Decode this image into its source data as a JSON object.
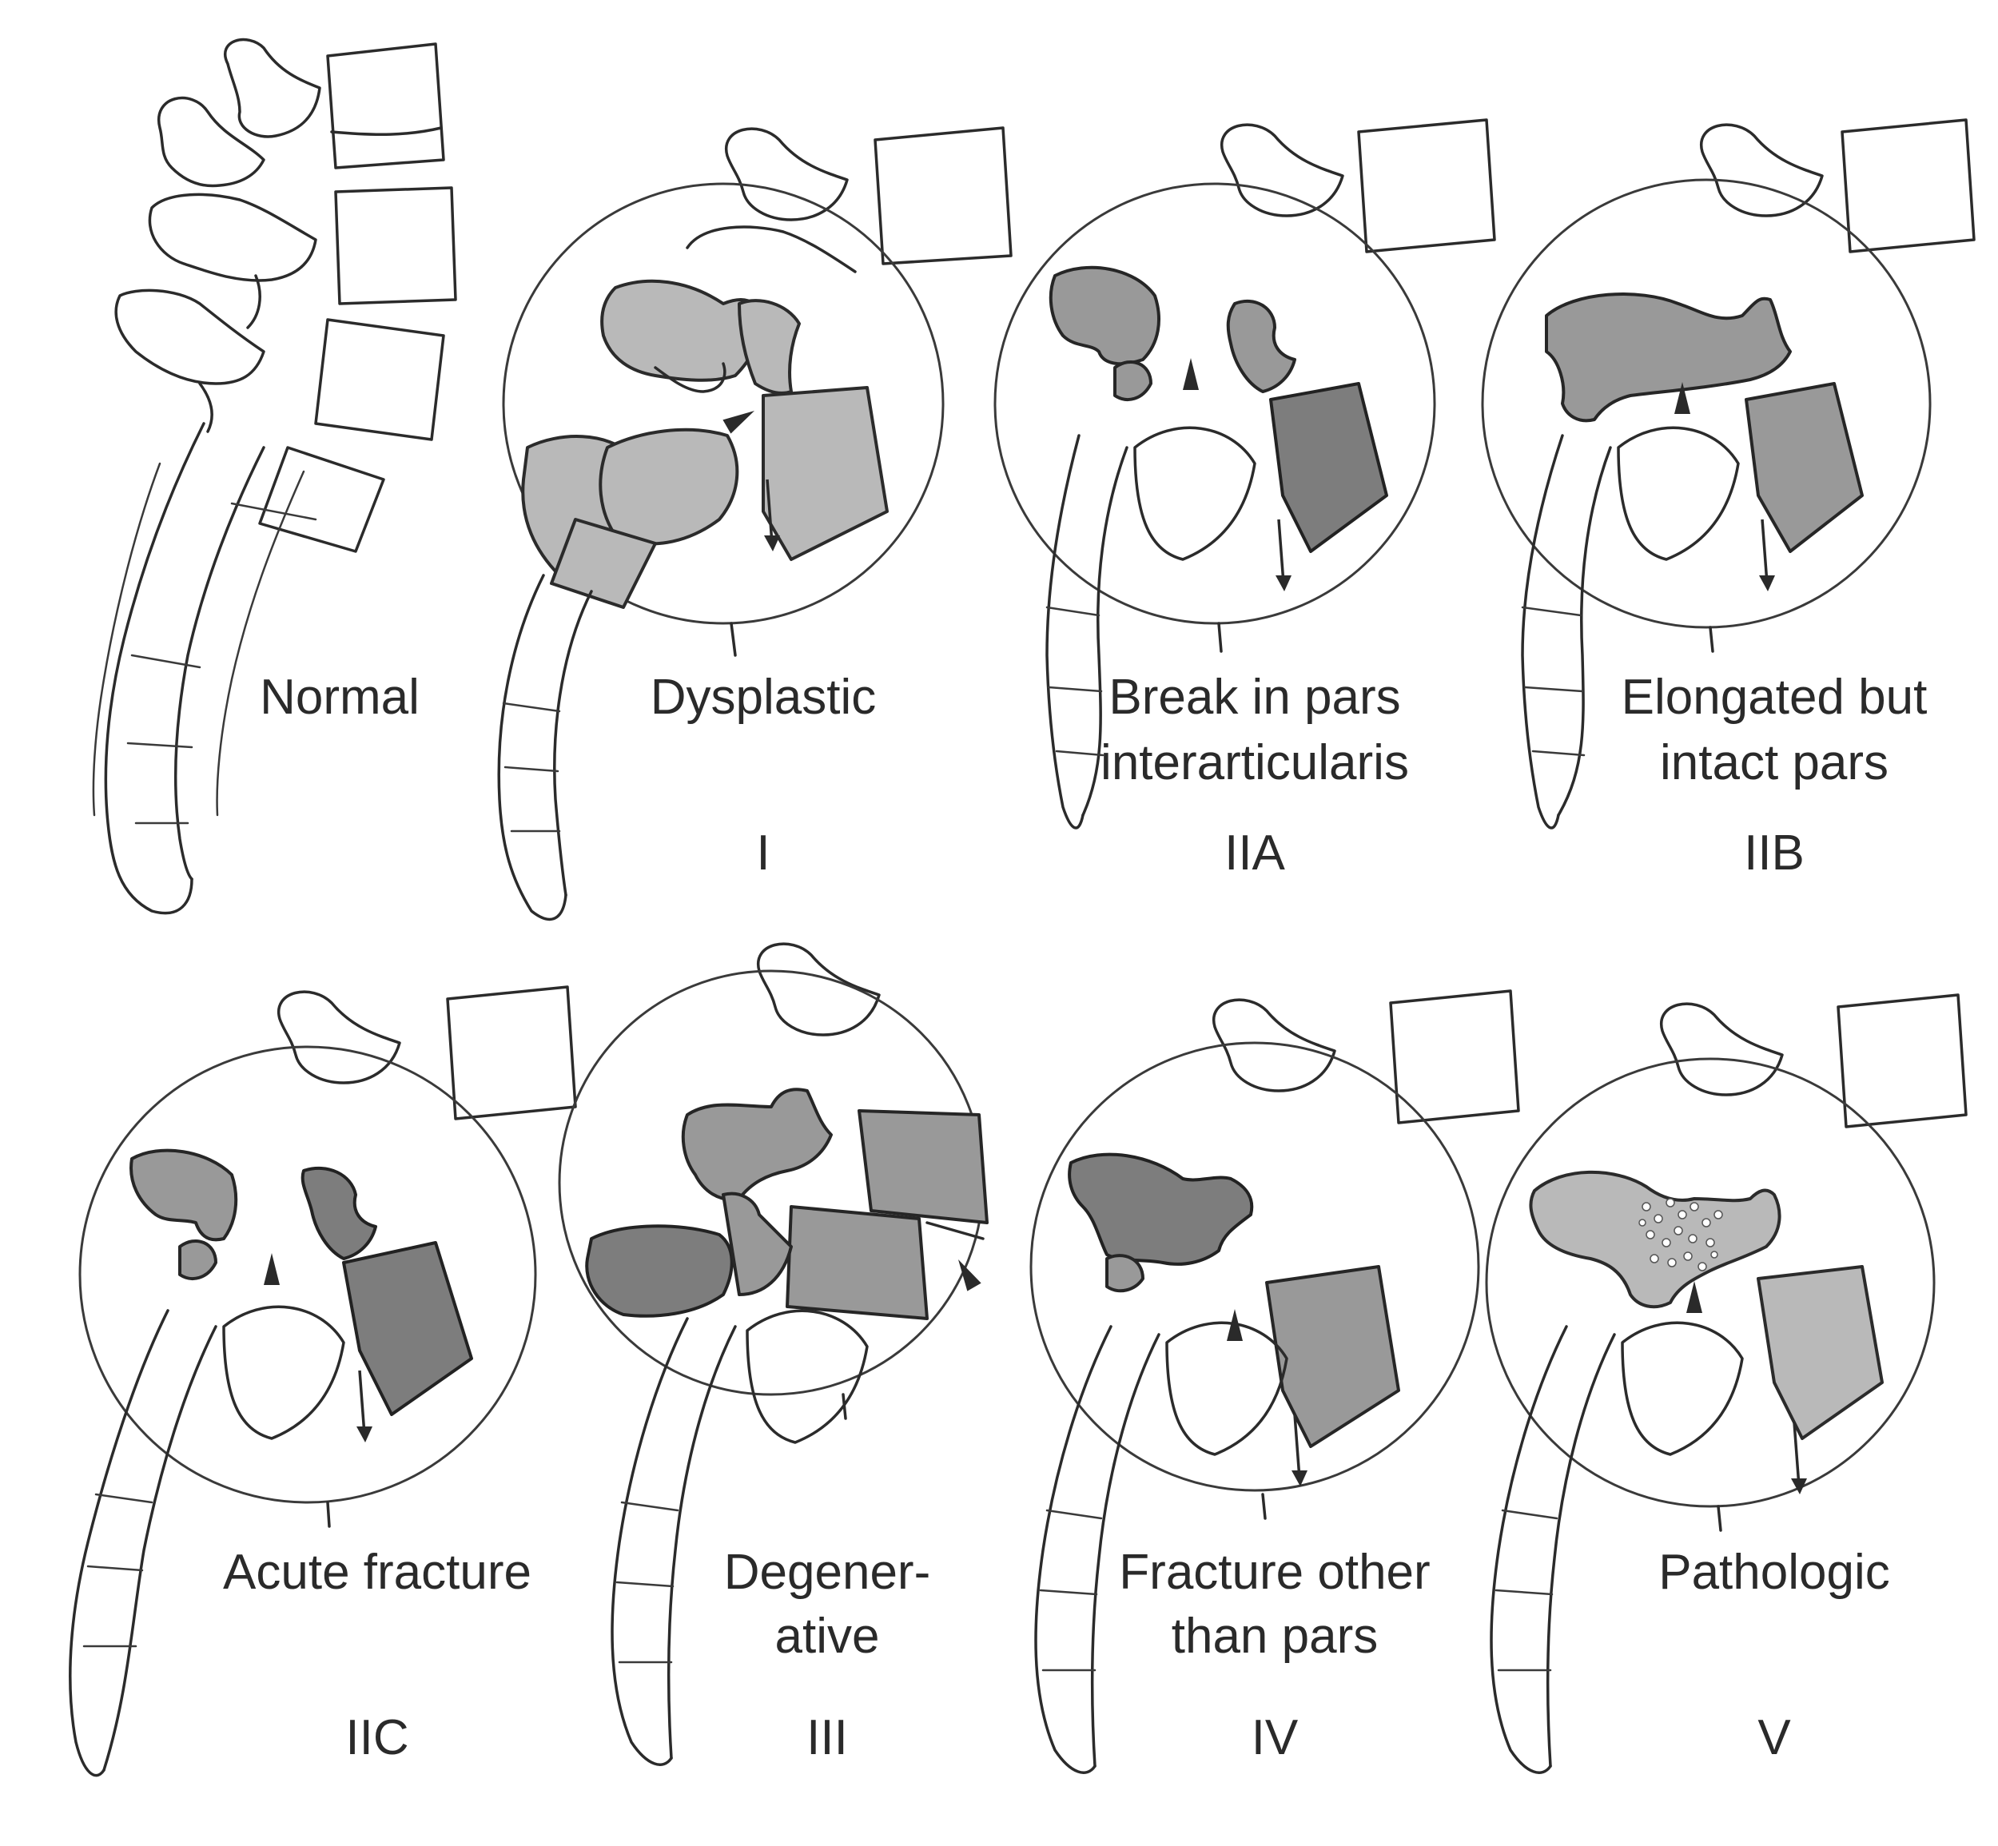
{
  "panels": [
    {
      "id": "normal",
      "label": [
        "Normal"
      ],
      "grade": ""
    },
    {
      "id": "dysplastic",
      "label": [
        "Dysplastic"
      ],
      "grade": "I"
    },
    {
      "id": "break-pars",
      "label": [
        "Break in pars",
        "interarticularis"
      ],
      "grade": "IIA"
    },
    {
      "id": "elongated-pars",
      "label": [
        "Elongated but",
        "intact pars"
      ],
      "grade": "IIB"
    },
    {
      "id": "acute-fracture",
      "label": [
        "Acute fracture"
      ],
      "grade": "IIC"
    },
    {
      "id": "degenerative",
      "label": [
        "Degener-",
        "ative"
      ],
      "grade": "III"
    },
    {
      "id": "fracture-other",
      "label": [
        "Fracture other",
        "than pars"
      ],
      "grade": "IV"
    },
    {
      "id": "pathologic",
      "label": [
        "Pathologic"
      ],
      "grade": "V"
    }
  ],
  "colors": {
    "background": "#ffffff",
    "line": "#2b2b2b",
    "shade_light": "#b9b9b9",
    "shade_mid": "#999999",
    "shade_dark": "#7d7d7d"
  }
}
